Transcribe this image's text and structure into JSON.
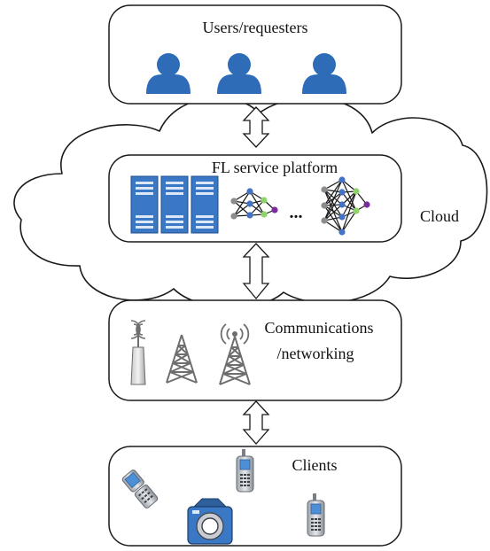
{
  "labels": {
    "users": "Users/requesters",
    "platform": "FL service platform",
    "cloud": "Cloud",
    "comm_line1": "Communications",
    "comm_line2": "/networking",
    "clients": "Clients",
    "ellipsis": "..."
  },
  "icons": {
    "users": [
      "user-icon",
      "user-icon",
      "user-icon"
    ],
    "servers": [
      "server-rack-icon",
      "server-rack-icon",
      "server-rack-icon"
    ],
    "networks": [
      "neural-network-icon",
      "neural-network-icon"
    ],
    "towers": [
      "wireless-antenna-icon",
      "cell-tower-icon",
      "broadcast-tower-icon"
    ],
    "clients": [
      "flip-phone-icon",
      "camera-icon",
      "mobile-phone-icon",
      "mobile-phone-icon"
    ]
  },
  "colors": {
    "user_blue": "#2e6cb8",
    "server_blue": "#3a78c5",
    "node_gray": "#8c8c8c",
    "node_blue": "#4472c4",
    "node_green": "#8fd46a",
    "node_purple": "#7a2b9e",
    "tower_gray": "#6e6e6e"
  }
}
